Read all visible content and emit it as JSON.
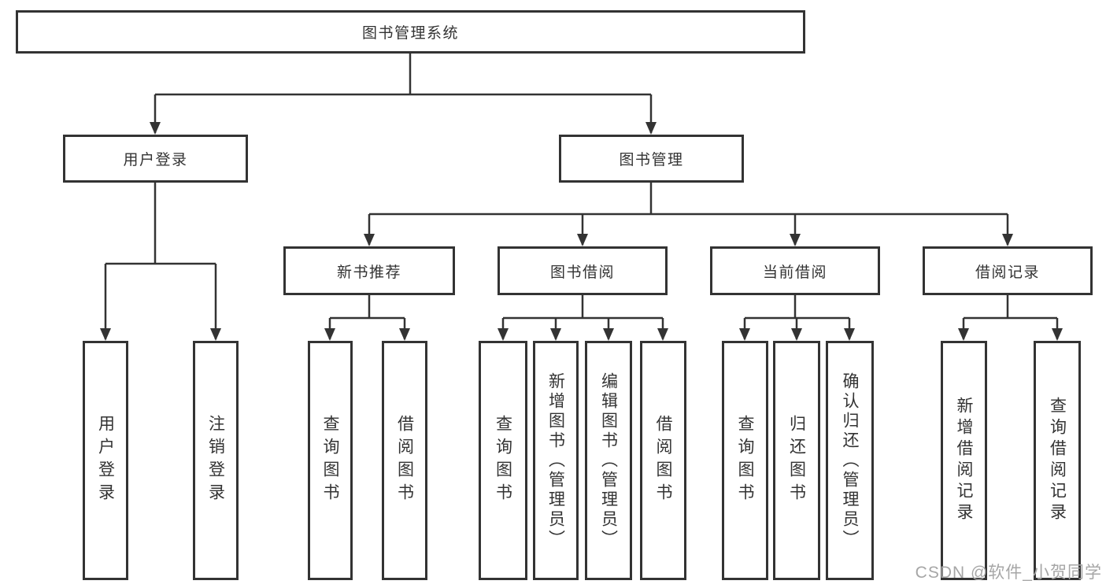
{
  "tree": {
    "root": {
      "label": "图书管理系统"
    },
    "branches": [
      {
        "label": "用户登录",
        "children": [
          {
            "label": "用户登录"
          },
          {
            "label": "注销登录"
          }
        ]
      },
      {
        "label": "图书管理",
        "children": [
          {
            "label": "新书推荐",
            "children": [
              {
                "label": "查询图书"
              },
              {
                "label": "借阅图书"
              }
            ]
          },
          {
            "label": "图书借阅",
            "children": [
              {
                "label": "查询图书"
              },
              {
                "label": "新增图书（管理员）"
              },
              {
                "label": "编辑图书（管理员）"
              },
              {
                "label": "借阅图书"
              }
            ]
          },
          {
            "label": "当前借阅",
            "children": [
              {
                "label": "查询图书"
              },
              {
                "label": "归还图书"
              },
              {
                "label": "确认归还（管理员）"
              }
            ]
          },
          {
            "label": "借阅记录",
            "children": [
              {
                "label": "新增借阅记录"
              },
              {
                "label": "查询借阅记录"
              }
            ]
          }
        ]
      }
    ]
  },
  "watermark": {
    "text": "CSDN @软件_小贺同学"
  },
  "colors": {
    "line": "#333333",
    "text": "#333333",
    "box_background": "#ffffff",
    "page_background": "#ffffff",
    "watermark": "#a6a6a6"
  }
}
